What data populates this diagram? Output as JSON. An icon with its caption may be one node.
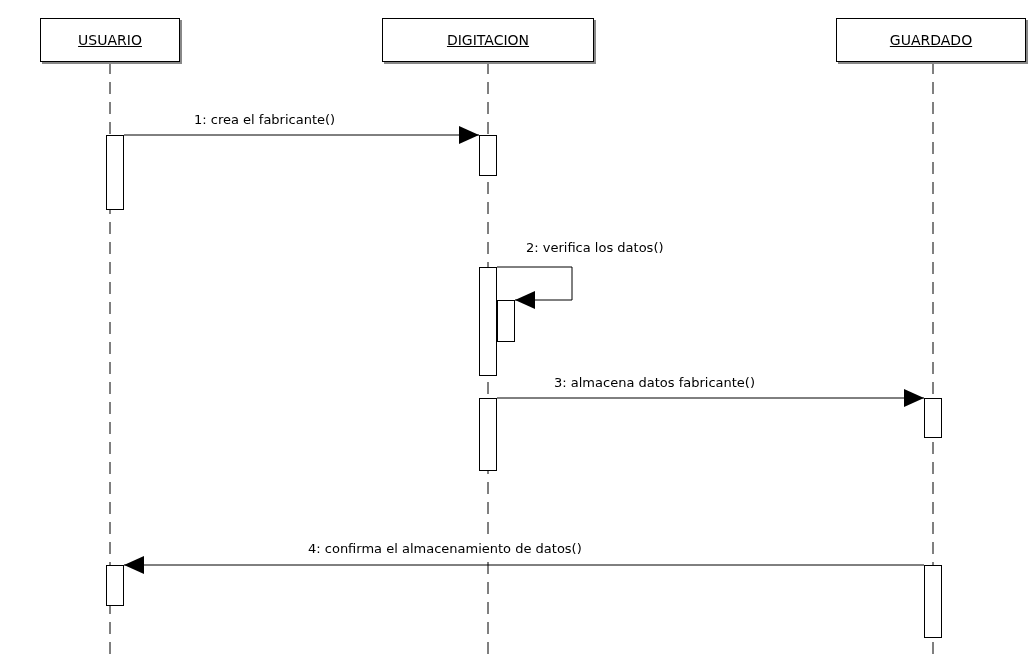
{
  "diagram": {
    "nodes": [
      {
        "text": [
          "USUARIO"
        ]
      },
      {
        "text": [
          "DIGITACION"
        ]
      },
      {
        "text": [
          "GUARDADO"
        ]
      },
      {
        "text": [],
        "shape": "bar"
      },
      {
        "text": [],
        "shape": "bar"
      },
      {
        "text": [],
        "shape": "bar"
      },
      {
        "text": [],
        "shape": "bar"
      },
      {
        "text": [],
        "shape": "bar"
      },
      {
        "text": [],
        "shape": "bar"
      },
      {
        "text": [],
        "shape": "bar"
      },
      {
        "text": [],
        "shape": "bar"
      }
    ],
    "edges": [
      {
        "from": 3,
        "to": 4,
        "arrow": "to",
        "label": "1: crea el fabricante()"
      },
      {
        "from": 5,
        "to": 6,
        "arrow": "to",
        "label": "2: verifica los datos()"
      },
      {
        "from": 7,
        "to": 8,
        "arrow": "to",
        "label": "3: almacena datos fabricante()"
      },
      {
        "from": 10,
        "to": 9,
        "arrow": "to",
        "label": "4: confirma el almacenamiento de datos()"
      }
    ]
  }
}
